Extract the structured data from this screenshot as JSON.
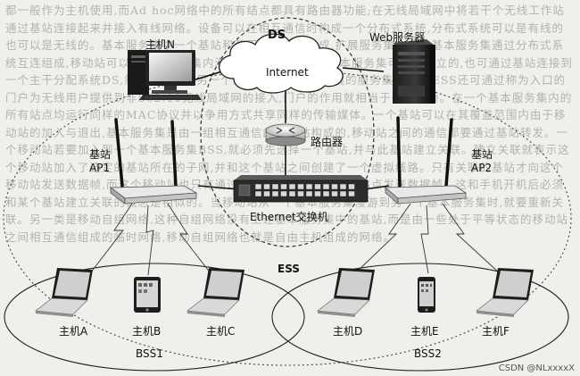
{
  "labels": {
    "ds": "DS",
    "internet": "Internet",
    "host_n": "主机N",
    "web_server": "Web服务器",
    "router": "路由器",
    "ap1": "基站",
    "ap1_id": "AP1",
    "ap2": "基站",
    "ap2_id": "AP2",
    "ethernet_switch": "Ethernet交换机",
    "ess": "ESS",
    "host_a": "主机A",
    "host_b": "主机B",
    "host_c": "主机C",
    "host_d": "主机D",
    "host_e": "主机E",
    "host_f": "主机F",
    "bss1": "BSS1",
    "bss2": "BSS2"
  },
  "watermark": "CSDN @NLxxxxX",
  "colors": {
    "background": "#efefeb",
    "ink": "#111111",
    "device_dark": "#2b2b2b"
  }
}
